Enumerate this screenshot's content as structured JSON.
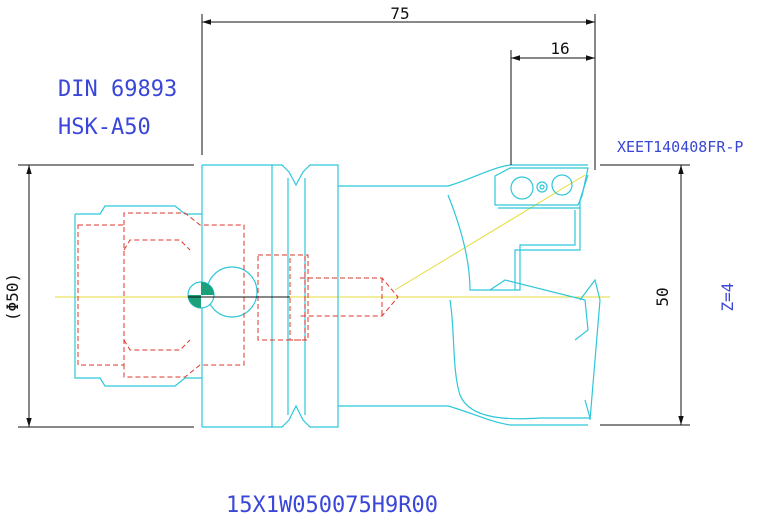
{
  "labels": {
    "standard": "DIN 69893",
    "interface": "HSK-A50",
    "insert": "XEET140408FR-P",
    "teeth": "Z=4",
    "part_number": "15X1W050075H9R00"
  },
  "dimensions": {
    "overall_length": "75",
    "insert_offset": "16",
    "cutting_diameter": "50",
    "shank_diameter": "(Φ50)"
  },
  "colors": {
    "outline": "#2ec7d9",
    "hidden": "#e2342b",
    "dimension": "#111111",
    "text": "#3a46d8",
    "centerline": "#e6db3a"
  }
}
